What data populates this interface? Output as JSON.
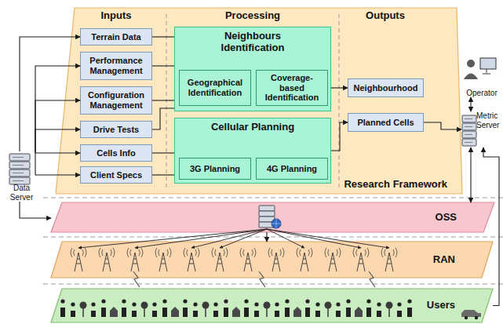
{
  "diagram": {
    "nodes": [
      {
        "text": [
          "Research Framework"
        ]
      },
      {
        "text": [
          "Terrain Data"
        ],
        "in": 0
      },
      {
        "text": [
          "Performance Management"
        ],
        "in": 0
      },
      {
        "text": [
          "Configuration Management"
        ],
        "in": 0
      },
      {
        "text": [
          "Drive Tests"
        ],
        "in": 0
      },
      {
        "text": [
          "Cells Info"
        ],
        "in": 0
      },
      {
        "text": [
          "Client Specs"
        ],
        "in": 0
      },
      {
        "text": [
          "Neighbours Identification"
        ],
        "in": 0
      },
      {
        "text": [
          "Geographical Identification"
        ],
        "in": 7
      },
      {
        "text": [
          "Coverage-based Identification"
        ],
        "in": 7
      },
      {
        "text": [
          "Cellular Planning"
        ],
        "in": 0
      },
      {
        "text": [
          "3G Planning"
        ],
        "in": 10
      },
      {
        "text": [
          "4G Planning"
        ],
        "in": 10
      },
      {
        "text": [
          "Neighbourhood"
        ],
        "in": 0
      },
      {
        "text": [
          "Planned Cells"
        ],
        "in": 0
      },
      {
        "text": [
          "Data Server"
        ]
      },
      {
        "text": [
          "Operator"
        ]
      },
      {
        "text": [
          "Metric Server"
        ]
      },
      {
        "text": [
          "OSS"
        ]
      },
      {
        "text": [
          "RAN"
        ]
      },
      {
        "text": [
          "Users"
        ]
      }
    ],
    "edges": [
      {
        "from": 15,
        "to": 1,
        "arrow": "to"
      },
      {
        "from": 15,
        "to": 2,
        "arrow": "to"
      },
      {
        "from": 15,
        "to": 3,
        "arrow": "to"
      },
      {
        "from": 15,
        "to": 4,
        "arrow": "to"
      },
      {
        "from": 15,
        "to": 5,
        "arrow": "to"
      },
      {
        "from": 15,
        "to": 6,
        "arrow": "to"
      },
      {
        "from": 1,
        "to": 7,
        "arrow": "none"
      },
      {
        "from": 2,
        "to": 7,
        "arrow": "none"
      },
      {
        "from": 3,
        "to": 7,
        "arrow": "none"
      },
      {
        "from": 4,
        "to": 7,
        "arrow": "none"
      },
      {
        "from": 5,
        "to": 10,
        "arrow": "none"
      },
      {
        "from": 6,
        "to": 10,
        "arrow": "none"
      },
      {
        "from": 7,
        "to": 13,
        "arrow": "to"
      },
      {
        "from": 10,
        "to": 14,
        "arrow": "to"
      },
      {
        "from": 14,
        "to": 17,
        "arrow": "to"
      },
      {
        "from": 16,
        "to": 17,
        "arrow": "both"
      },
      {
        "from": 17,
        "to": 18,
        "arrow": "both"
      },
      {
        "from": 15,
        "to": 18,
        "arrow": "to"
      },
      {
        "from": 18,
        "to": 19,
        "arrow": "to"
      },
      {
        "from": 20,
        "to": 17,
        "arrow": "to"
      }
    ],
    "labels": [
      "Inputs",
      "Processing",
      "Outputs"
    ]
  }
}
